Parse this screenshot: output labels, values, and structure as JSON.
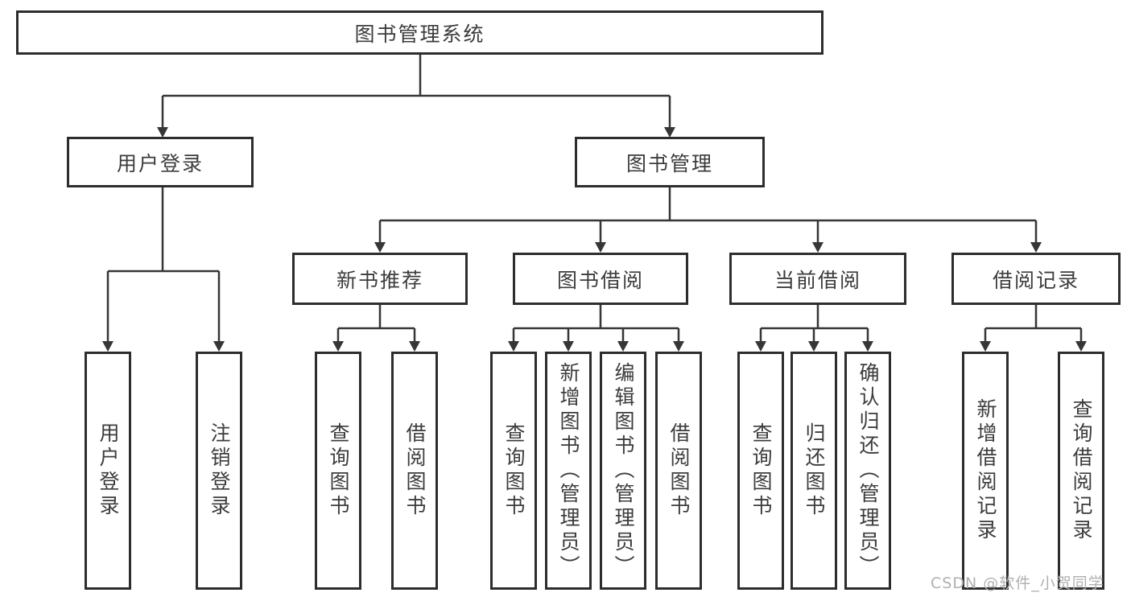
{
  "tree": {
    "root": {
      "label": "图书管理系统"
    },
    "level2": [
      {
        "label": "用户登录"
      },
      {
        "label": "图书管理"
      }
    ],
    "level3": [
      {
        "label": "新书推荐"
      },
      {
        "label": "图书借阅"
      },
      {
        "label": "当前借阅"
      },
      {
        "label": "借阅记录"
      }
    ],
    "leaves": {
      "user_login": [
        "用户登录",
        "注销登录"
      ],
      "new_book_rec": [
        "查询图书",
        "借阅图书"
      ],
      "book_borrow": [
        "查询图书",
        "新增图书（管理员）",
        "编辑图书（管理员）",
        "借阅图书"
      ],
      "current_borrow": [
        "查询图书",
        "归还图书",
        "确认归还（管理员）"
      ],
      "borrow_records": [
        "新增借阅记录",
        "查询借阅记录"
      ]
    }
  },
  "watermark": "CSDN @软件_小贺同学",
  "colors": {
    "line": "#363636",
    "box_border": "#2d2d2d",
    "text": "#3c3c3c",
    "watermark_text": "#b0b0b0",
    "background": "#ffffff"
  }
}
